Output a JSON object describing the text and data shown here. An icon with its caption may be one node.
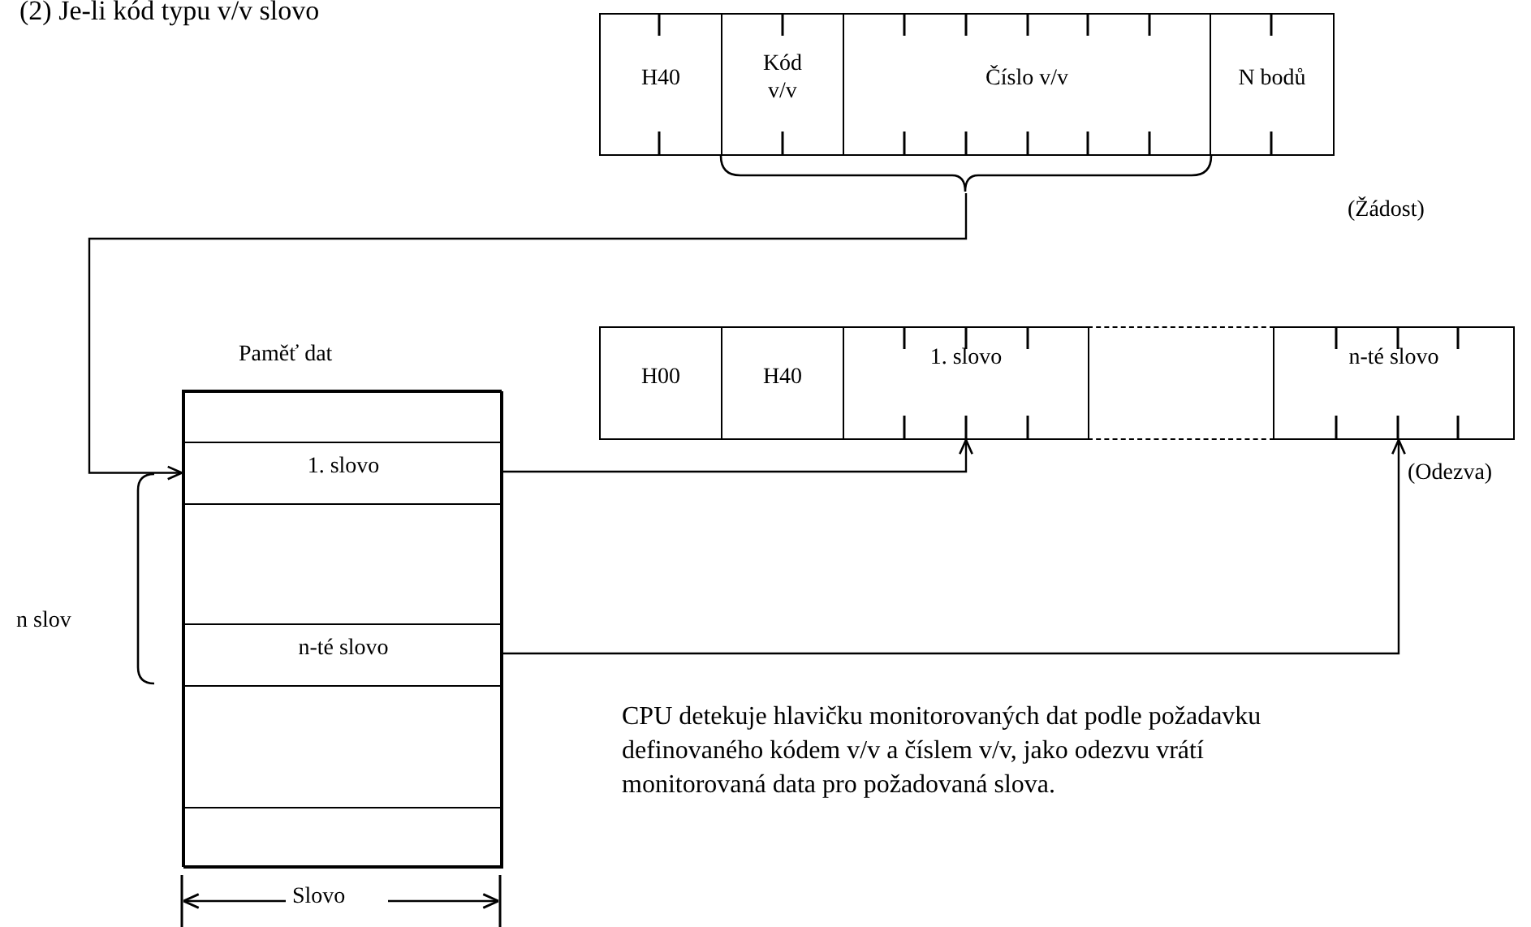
{
  "diagram": {
    "title": "(2) Je-li kód typu v/v slovo",
    "nodes": [
      {
        "text": [
          "H40"
        ]
      },
      {
        "text": [
          "Kód v/v"
        ]
      },
      {
        "text": [
          "Číslo v/v"
        ]
      },
      {
        "text": [
          "N bodů"
        ],
        "beside": [
          "(Žádost)"
        ]
      },
      {
        "text": [],
        "shape": "brace"
      },
      {
        "text": [
          "Paměť dat"
        ]
      },
      {
        "text": [],
        "shape": "box",
        "in": 5
      },
      {
        "text": [
          "1. slovo"
        ],
        "in": 5
      },
      {
        "text": [],
        "shape": "box",
        "in": 5
      },
      {
        "text": [
          "n-té slovo"
        ],
        "in": 5
      },
      {
        "text": [],
        "shape": "box",
        "in": 5
      },
      {
        "text": [],
        "shape": "box",
        "in": 5
      },
      {
        "text": [
          "H00"
        ]
      },
      {
        "text": [
          "H40"
        ]
      },
      {
        "text": [
          "1. slovo"
        ]
      },
      {
        "text": [],
        "shape": "box"
      },
      {
        "text": [
          "n-té slovo"
        ],
        "beside": [
          "(Odezva)"
        ]
      }
    ],
    "edges": [
      {
        "from": 4,
        "to": 7,
        "arrow": "to"
      },
      {
        "from": 7,
        "to": 14,
        "arrow": "to"
      },
      {
        "from": 9,
        "to": 16,
        "arrow": "to"
      }
    ],
    "labels": [
      "n slov",
      "Slovo",
      "CPU detekuje hlavičku monitorovaných dat podle požadavku definovaného kódem v/v a číslem v/v, jako odezvu vrátí monitorovaná data pro požadovaná slova."
    ]
  }
}
